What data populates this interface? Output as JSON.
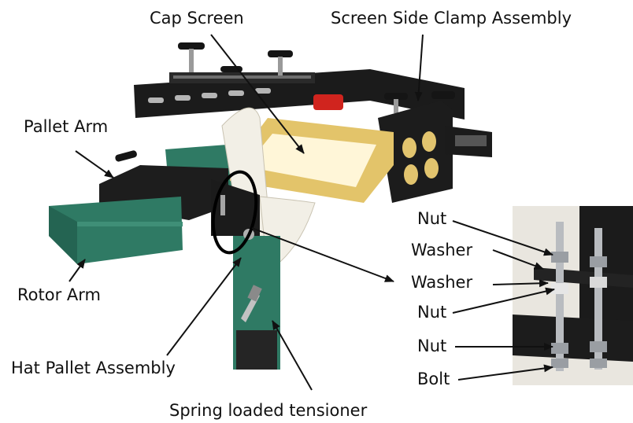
{
  "labels": {
    "cap_screen": "Cap Screen",
    "screen_side_clamp": "Screen Side Clamp Assembly",
    "pallet_arm": "Pallet Arm",
    "rotor_arm": "Rotor Arm",
    "hat_pallet_assembly": "Hat Pallet Assembly",
    "spring_tensioner": "Spring loaded tensioner",
    "inset": {
      "nut_1": "Nut",
      "washer_1": "Washer",
      "washer_2": "Washer",
      "nut_2": "Nut",
      "nut_3": "Nut",
      "bolt": "Bolt"
    }
  },
  "colors": {
    "frame_black": "#1b1b1b",
    "arm_green": "#2f7a64",
    "screen_wood": "#e3c46a",
    "hat_white": "#f2efe6",
    "inset_bg": "#e9e6df",
    "bolt_metal": "#b9bcc0"
  }
}
